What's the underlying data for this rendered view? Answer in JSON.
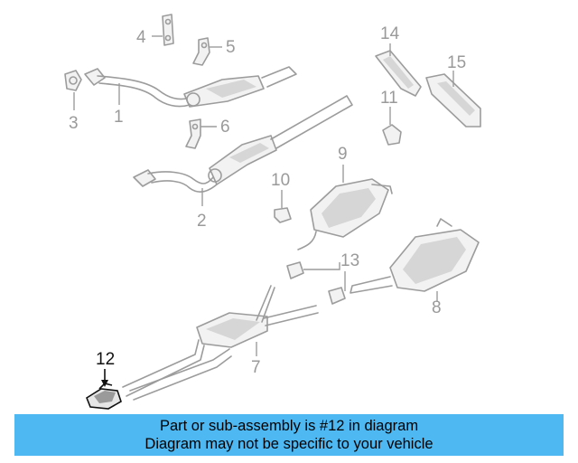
{
  "callouts": {
    "c1": "1",
    "c2": "2",
    "c3": "3",
    "c4": "4",
    "c5": "5",
    "c6": "6",
    "c7": "7",
    "c8": "8",
    "c9": "9",
    "c10": "10",
    "c11": "11",
    "c12": "12",
    "c13": "13",
    "c14": "14",
    "c15": "15"
  },
  "highlight": "12",
  "colors": {
    "banner": "#4db8f2",
    "part_line": "#9c9c9c",
    "highlight": "#111111"
  },
  "banner": {
    "line1": "Part or sub-assembly is #12 in diagram",
    "line2": "Diagram may not be specific to your vehicle"
  }
}
